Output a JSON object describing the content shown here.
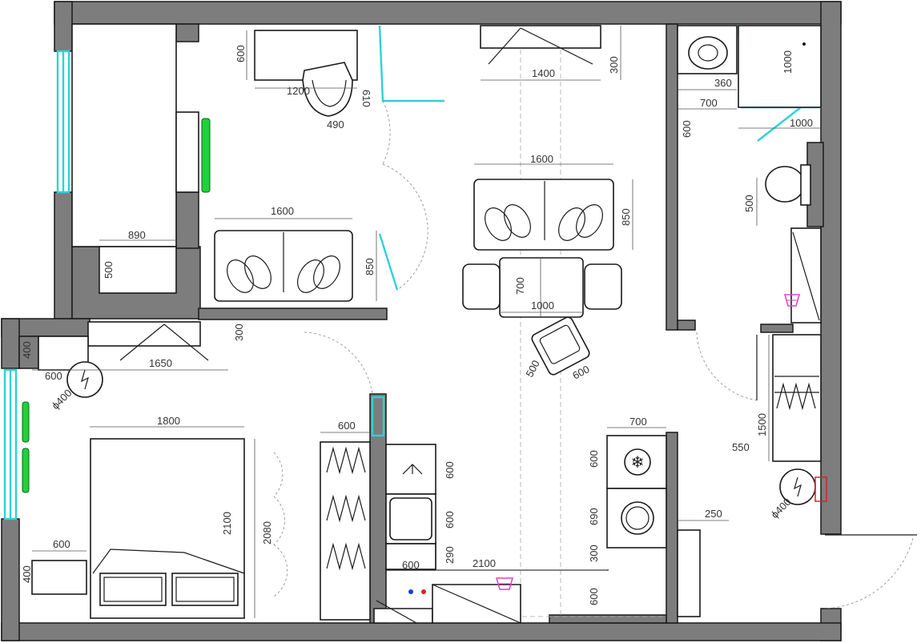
{
  "colors": {
    "wall": "#7d7d7d",
    "line": "#1a1a1a",
    "window": "#2fd0d8",
    "radiator": "#1fd13a",
    "outlet": "#e040c8",
    "fuse": "#e02020",
    "hot_tap": "#e02020",
    "cold_tap": "#1040e0"
  },
  "icons": {
    "snowflake": "❄",
    "fan": "✢"
  },
  "dimensions": {
    "desk_width": "1200",
    "desk_depth": "600",
    "office_chair_depth": "610",
    "office_chair_width": "490",
    "tv_unit_width": "1400",
    "tv_unit_depth": "300",
    "sofa_living_width": "1600",
    "sofa_living_depth": "850",
    "sofa_office_width": "1600",
    "sofa_office_depth": "850",
    "dining_table_width": "1000",
    "dining_table_depth": "700",
    "armchair_depth": "500",
    "armchair_width": "600",
    "balcony_depth": "890",
    "balcony_cabinet": "500",
    "basin_width": "360",
    "basin_offset": "700",
    "shower_width": "1000",
    "shower_depth": "1000",
    "bath_wall_offset": "600",
    "toilet_depth": "500",
    "hall_wardrobe_depth": "550",
    "hall_wardrobe_width": "1500",
    "hall_heater_dia": "ϕ400",
    "bedroom_heater_dia": "ϕ400",
    "bedroom_shelf_depth": "400",
    "bedroom_shelf_offset": "600",
    "bedroom_wardrobe_width": "1650",
    "bedroom_wardrobe_depth": "300",
    "bed_width": "1800",
    "bed_length": "2100",
    "wardrobe_length": "2080",
    "bedside_width": "600",
    "bedside_depth": "400",
    "closet_depth": "600",
    "kitchen_module_1": "600",
    "kitchen_module_2": "600",
    "kitchen_module_3": "290",
    "kitchen_run": "2100",
    "kitchen_worktop": "600",
    "fridge_width": "700",
    "fridge_depth": "600",
    "washer_depth": "690",
    "washer_gap": "300",
    "kitchen_lower": "600",
    "column_width": "250"
  }
}
